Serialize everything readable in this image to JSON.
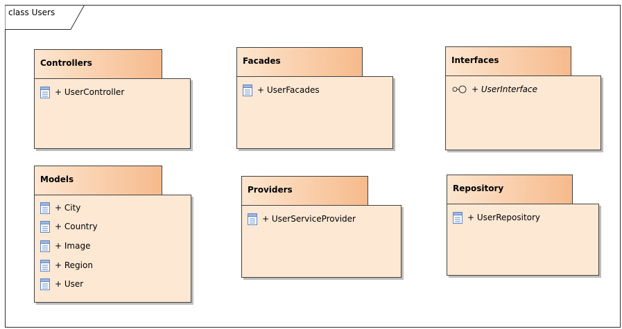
{
  "frame": {
    "label": "class Users"
  },
  "colors": {
    "package_fill": "#fde8d4",
    "tab_gradient_light": "#fde6cf",
    "tab_gradient_dark": "#f6ba8c",
    "border": "#404040",
    "class_icon": "#5a83c4"
  },
  "packages": [
    {
      "name": "Controllers",
      "members": [
        {
          "label": "+ UserController",
          "icon": "class-icon"
        }
      ]
    },
    {
      "name": "Facades",
      "members": [
        {
          "label": "+ UserFacades",
          "icon": "class-icon"
        }
      ]
    },
    {
      "name": "Interfaces",
      "members": [
        {
          "label": "+ UserInterface",
          "icon": "interface-icon"
        }
      ]
    },
    {
      "name": "Models",
      "members": [
        {
          "label": "+ City",
          "icon": "class-icon"
        },
        {
          "label": "+ Country",
          "icon": "class-icon"
        },
        {
          "label": "+ Image",
          "icon": "class-icon"
        },
        {
          "label": "+ Region",
          "icon": "class-icon"
        },
        {
          "label": "+ User",
          "icon": "class-icon"
        }
      ]
    },
    {
      "name": "Providers",
      "members": [
        {
          "label": "+ UserServiceProvider",
          "icon": "class-icon"
        }
      ]
    },
    {
      "name": "Repository",
      "members": [
        {
          "label": "+ UserRepository",
          "icon": "class-icon"
        }
      ]
    }
  ]
}
